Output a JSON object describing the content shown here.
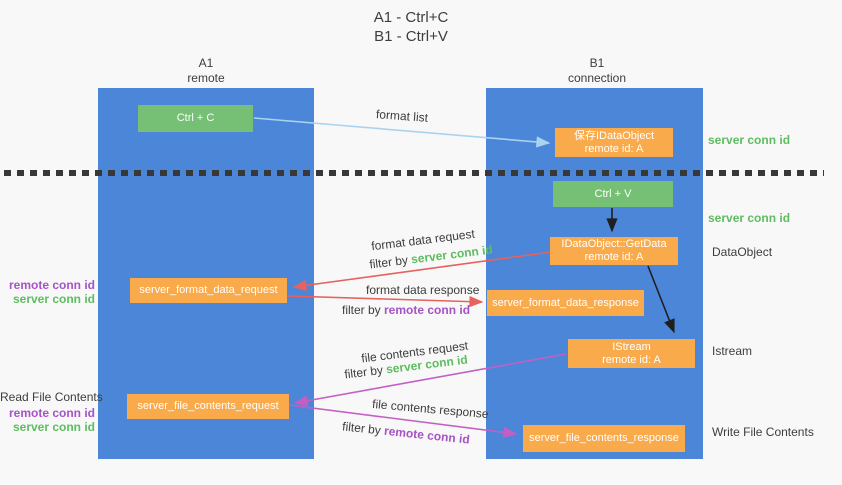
{
  "title": {
    "line1": "A1 - Ctrl+C",
    "line2": "B1 - Ctrl+V"
  },
  "columns": {
    "left": {
      "id": "A1",
      "name": "remote"
    },
    "right": {
      "id": "B1",
      "name": "connection"
    }
  },
  "boxes": {
    "ctrl_c": {
      "label": "Ctrl + C"
    },
    "ctrl_v": {
      "label": "Ctrl + V"
    },
    "save_dataobject": {
      "line1": "保存IDataObject",
      "line2": "remote id: A"
    },
    "getdata": {
      "line1": "IDataObject::GetData",
      "line2": "remote id: A"
    },
    "istream": {
      "line1": "IStream",
      "line2": "remote id: A"
    },
    "server_format_data_request": {
      "label": "server_format_data_request"
    },
    "server_format_data_response": {
      "label": "server_format_data_response"
    },
    "server_file_contents_request": {
      "label": "server_file_contents_request"
    },
    "server_file_contents_response": {
      "label": "server_file_contents_response"
    }
  },
  "flow_labels": {
    "format_list": "format list",
    "format_data_request": "format data request",
    "format_data_response": "format data response",
    "file_contents_request": "file contents request",
    "file_contents_response": "file contents response",
    "filter_by": "filter by ",
    "server_conn_id": "server conn id",
    "remote_conn_id": "remote conn id"
  },
  "side_labels": {
    "server_conn_id_top": "server conn id",
    "server_conn_id_mid": "server conn id",
    "dataobject": "DataObject",
    "istream": "Istream",
    "write_file_contents": "Write File Contents",
    "read_file_contents": "Read File Contents",
    "remote_conn_id_mid": "remote conn id",
    "server_conn_id_mid_left": "server conn id",
    "remote_conn_id_bottom": "remote conn id",
    "server_conn_id_bottom": "server conn id"
  },
  "colors": {
    "column_blue": "#4c86d8",
    "box_green": "#75c075",
    "box_orange": "#f9aa4b",
    "arrow_light_blue": "#aad3f0",
    "arrow_red": "#e5625d",
    "arrow_magenta": "#c35fc4",
    "arrow_black": "#1f1f1f",
    "label_green": "#5ebd60",
    "label_purple": "#a653c5",
    "dash_line": "#383838"
  }
}
